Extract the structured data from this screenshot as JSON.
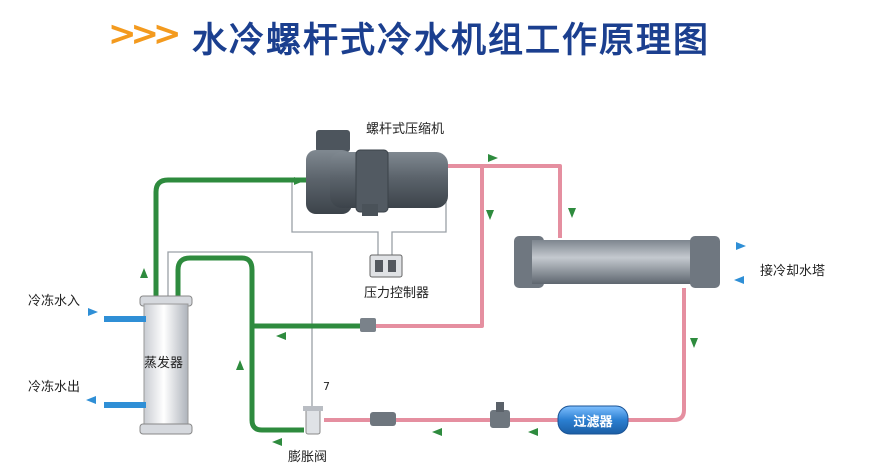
{
  "title": {
    "chevrons": ">>>",
    "text": "水冷螺杆式冷水机组工作原理图"
  },
  "labels": {
    "compressor": "螺杆式压缩机",
    "pressure_controller": "压力控制器",
    "cooling_tower": "接冷却水塔",
    "chilled_in": "冷冻水入",
    "chilled_out": "冷冻水出",
    "evaporator": "蒸发器",
    "expansion_valve": "膨胀阀",
    "filter": "过滤器",
    "valve_mark": "7"
  },
  "colors": {
    "title_text": "#1b3f8f",
    "chevrons": "#f39a1e",
    "refrigerant_low": "#2e8b3e",
    "refrigerant_high": "#e58fa0",
    "water_arrow": "#2f8fd6",
    "equipment": "#5d6670",
    "filter": "#2b7fd1"
  }
}
